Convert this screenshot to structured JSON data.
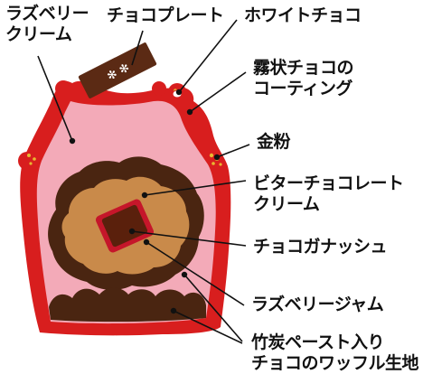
{
  "labels": {
    "raspberry_cream": [
      "ラズベリー",
      "クリーム"
    ],
    "choco_plate": "チョコプレート",
    "white_choco": "ホワイトチョコ",
    "mist_coating": [
      "霧状チョコの",
      "コーティング"
    ],
    "gold_powder": "金粉",
    "bitter_cream": [
      "ビターチョコレート",
      "クリーム"
    ],
    "ganache": "チョコガナッシュ",
    "raspberry_jam": "ラズベリージャム",
    "charcoal_waffle": [
      "竹炭ペースト入り",
      "チョコのワッフル生地"
    ]
  },
  "plate": {
    "glyphs": "✻ ✻"
  },
  "colors": {
    "coating_red": "#d81e1e",
    "cream_pink": "#f3aab8",
    "waffle_dark": "#4a2511",
    "bitter_cream": "#c98a4a",
    "ganache": "#5a200c",
    "jam": "#c5162a",
    "gold": "#e8b931",
    "plate": "#5b2a14",
    "leader": "#111111"
  }
}
